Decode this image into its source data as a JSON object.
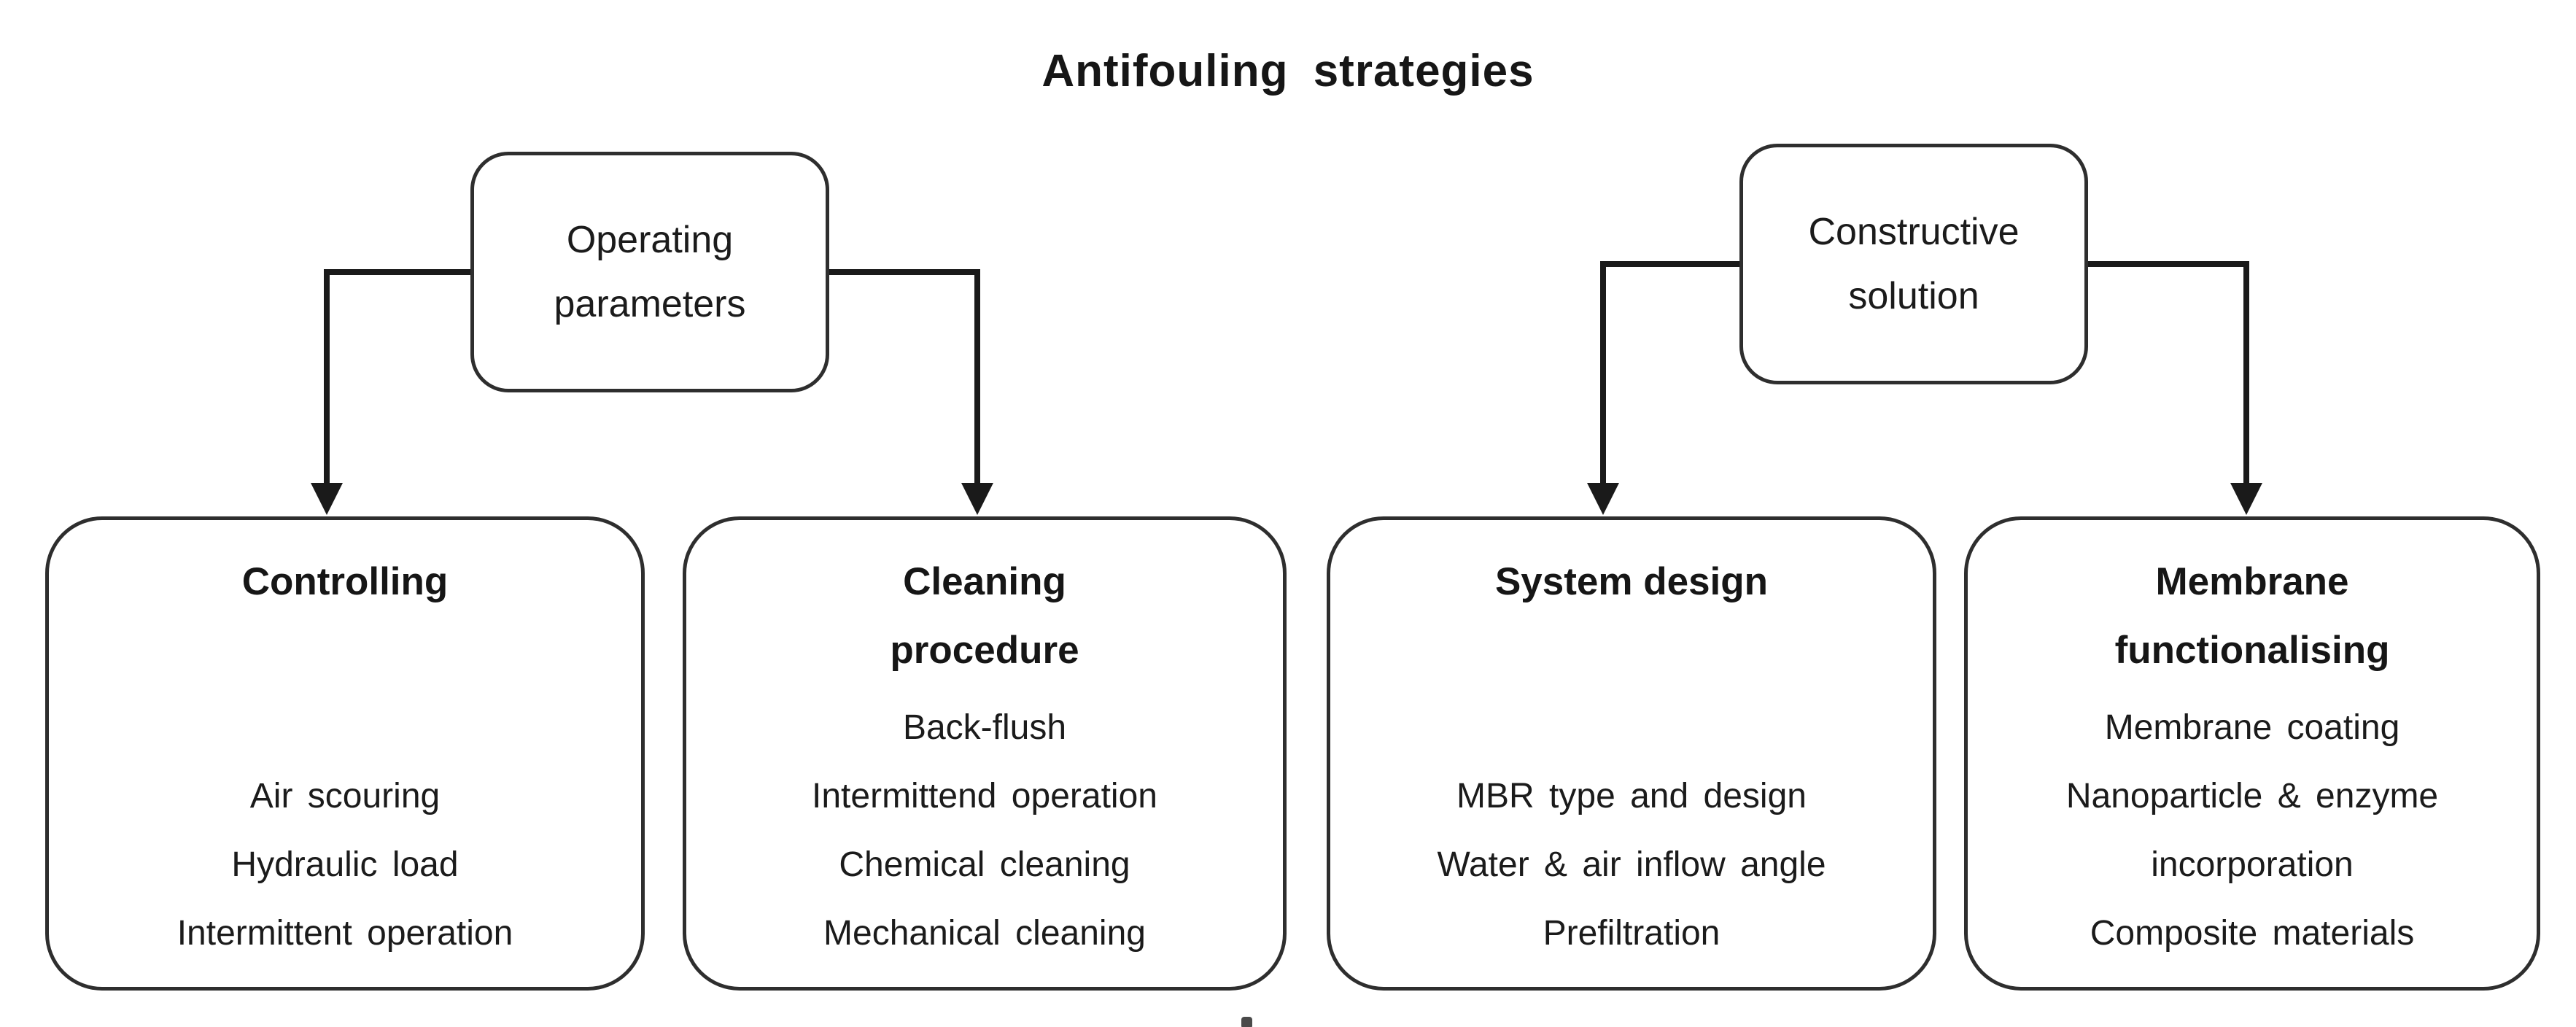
{
  "title": "Antifouling strategies",
  "parents": [
    {
      "label": "Operating\nparameters"
    },
    {
      "label": "Constructive\nsolution"
    }
  ],
  "children": [
    {
      "heading": "Controlling",
      "items": [
        "Air scouring",
        "Hydraulic load",
        "Intermittent operation"
      ]
    },
    {
      "heading": "Cleaning\nprocedure",
      "items": [
        "Back-flush",
        "Intermittend operation",
        "Chemical cleaning",
        "Mechanical cleaning"
      ]
    },
    {
      "heading": "System design",
      "items": [
        "MBR type and design",
        "Water & air inflow angle",
        "Prefiltration"
      ]
    },
    {
      "heading": "Membrane\nfunctionalising",
      "items": [
        "Membrane coating",
        "Nanoparticle & enzyme incorporation",
        "Composite materials"
      ]
    }
  ],
  "edges": [
    {
      "from": "Operating parameters",
      "to": "Controlling"
    },
    {
      "from": "Operating parameters",
      "to": "Cleaning procedure"
    },
    {
      "from": "Constructive solution",
      "to": "System design"
    },
    {
      "from": "Constructive solution",
      "to": "Membrane functionalising"
    }
  ],
  "colors": {
    "background": "#ffffff",
    "text": "#1b1b1b",
    "box_border": "#2e2e2e",
    "connector": "#1a1a1a"
  }
}
